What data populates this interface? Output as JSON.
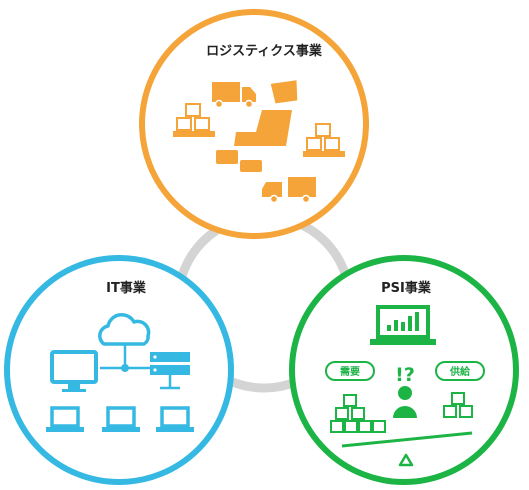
{
  "colors": {
    "logistics": "#F4A438",
    "it": "#35B9E3",
    "psi": "#1DB446",
    "connector": "#D4D4D4",
    "text": "#222222"
  },
  "logistics": {
    "title": "ロジスティクス事業"
  },
  "it": {
    "title": "IT事業"
  },
  "psi": {
    "title": "PSI事業",
    "demand_label": "需要",
    "question_mark": "!?",
    "supply_label": "供給"
  },
  "icons": [
    "truck-icon",
    "box-stack-icon",
    "japan-map-icon",
    "cloud-icon",
    "monitor-icon",
    "server-icon",
    "laptop-icon",
    "chart-laptop-icon",
    "person-icon",
    "seesaw-icon"
  ]
}
